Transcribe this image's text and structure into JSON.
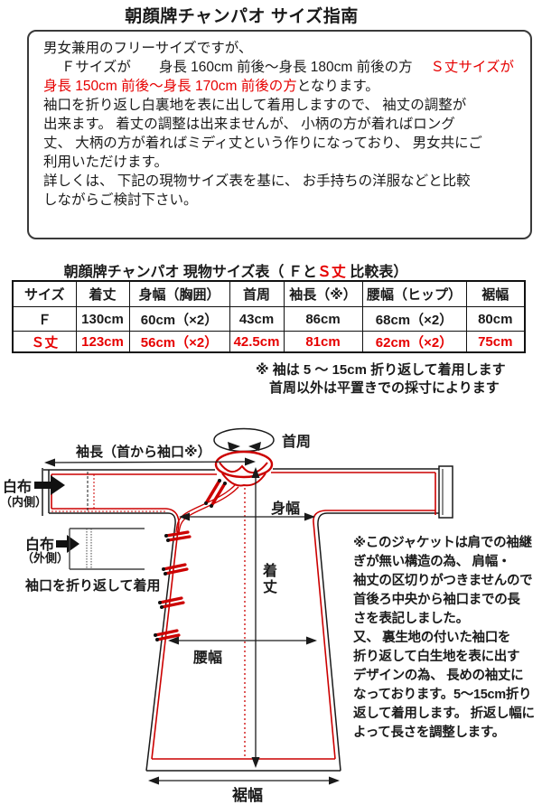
{
  "page_title": "朝顔牌チャンパオ サイズ指南",
  "colors": {
    "accent_red": "#e60000",
    "drawing_red": "#cc0000",
    "ink": "#1a1a1a"
  },
  "intro": {
    "part1": "男女兼用のフリーサイズですが、\n　 Ｆサイズが　　身長 160cm 前後～身長 180cm 前後の方",
    "part2_red": "　 Ｓ丈サイズが　身長 150cm 前後～身長 170cm 前後の方",
    "part3": "となります。\n袖口を折り返し白裏地を表に出して着用しますので、 袖丈の調整が\n出来ます。 着丈の調整は出来ませんが、 小柄の方が着ればロング\n丈、 大柄の方が着ればミディ丈という作りになっており、 男女共にご\n利用いただけます。\n詳しくは、 下記の現物サイズ表を基に、 お手持ちの洋服などと比較\nしながらご検討下さい。"
  },
  "size_table": {
    "title_prefix": "朝顔牌チャンパオ 現物サイズ表（ Ｆと",
    "title_red": "Ｓ丈",
    "title_suffix": " 比較表）",
    "headers": [
      "サイズ",
      "着丈",
      "身幅（胸囲）",
      "首周",
      "袖長（※）",
      "腰幅（ヒップ）",
      "裾幅"
    ],
    "rows": [
      {
        "cells": [
          "Ｆ",
          "130cm",
          "60cm（×2）",
          "43cm",
          "86cm",
          "68cm（×2）",
          "80cm"
        ]
      },
      {
        "cells": [
          "Ｓ丈",
          "123cm",
          "56cm（×2）",
          "42.5cm",
          "81cm",
          "62cm（×2）",
          "75cm"
        ]
      }
    ],
    "notes": "※ 袖は 5 ～ 15cm 折り返して着用します\n　首周以外は平置きでの採寸によります"
  },
  "diagram": {
    "labels": {
      "sleeve_length": "袖長（首から袖口※）",
      "neck_girth": "首周",
      "body_width": "身幅",
      "garment_length": "着丈",
      "waist_width": "腰幅",
      "hem_width": "裾幅",
      "white_cloth_inner": "白布",
      "white_cloth_inner_sub": "（内側）",
      "white_cloth_outer": "白布",
      "white_cloth_outer_sub": "（外側）",
      "cuff_fold": "袖口を折り返して着用"
    },
    "side_note": "※このジャケットは肩での袖継\nぎが無い構造の為、 肩幅・\n袖丈の区切りがつきませんので\n首後ろ中央から袖口までの長\nさを表記しました。\n又、 裏生地の付いた袖口を\n折り返して白生地を表に出す\nデザインの為、 長めの袖丈に\nなっております。5～15cm折り\n返して着用します。 折返し幅に\nよって長さを調整します。"
  }
}
